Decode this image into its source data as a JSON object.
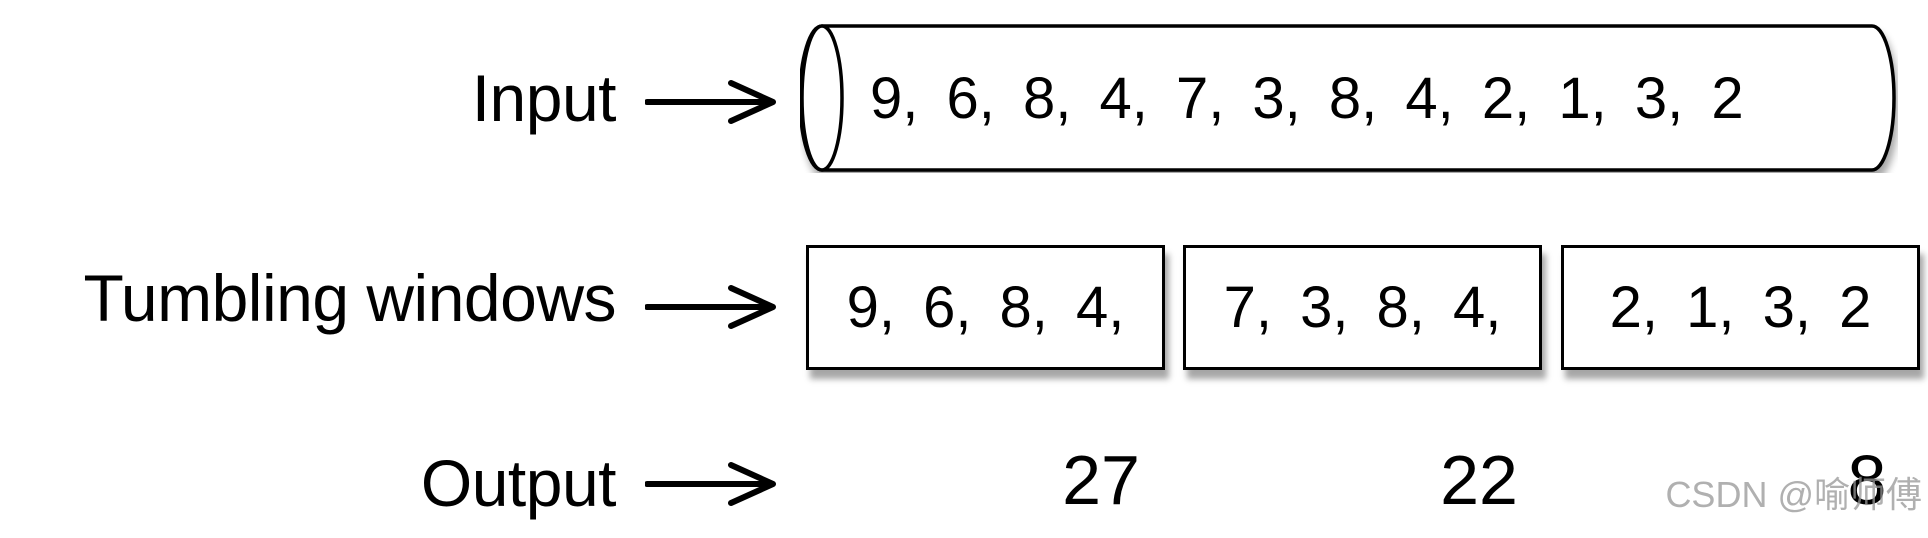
{
  "rows": {
    "input_label": "Input",
    "tumbling_label": "Tumbling windows",
    "output_label": "Output"
  },
  "input_stream": {
    "values_text": "9, 6, 8, 4, 7, 3, 8, 4, 2, 1, 3, 2"
  },
  "windows": [
    {
      "values_text": "9, 6, 8, 4,"
    },
    {
      "values_text": "7, 3, 8, 4,"
    },
    {
      "values_text": "2, 1, 3, 2"
    }
  ],
  "outputs": [
    {
      "value": "27"
    },
    {
      "value": "22"
    },
    {
      "value": "8"
    }
  ],
  "watermark": "CSDN @喻师傅",
  "colors": {
    "stroke": "#000000",
    "background": "#ffffff",
    "watermark": "#969696"
  }
}
